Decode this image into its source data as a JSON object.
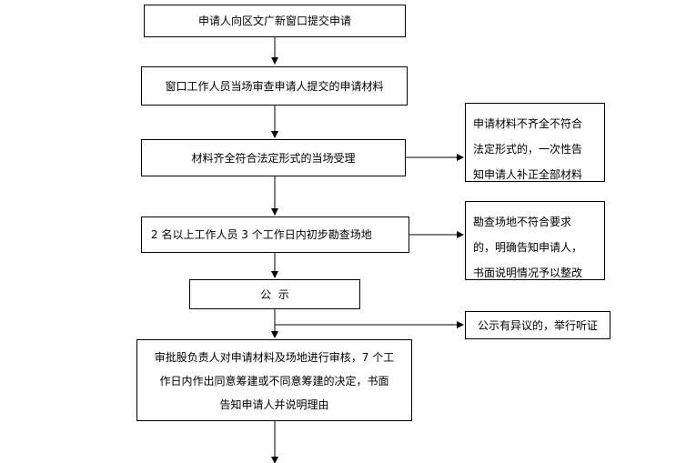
{
  "flowchart": {
    "steps": [
      {
        "text": "申请人向区文广新窗口提交申请"
      },
      {
        "text": "窗口工作人员当场审查申请人提交的申请材料"
      },
      {
        "text": "材料齐全符合法定形式的当场受理"
      },
      {
        "text": "2 名以上工作人员 3 个工作日内初步勘查场地"
      },
      {
        "text": "公  示"
      },
      {
        "lines": [
          "审批股负责人对申请材料及场地进行审核，7 个工",
          "作日内作出同意筹建或不同意筹建的决定，书面",
          "告知申请人并说明理由"
        ]
      }
    ],
    "branches": [
      {
        "lines": [
          "申请材料不齐全不符合",
          "法定形式的，一次性告",
          "知申请人补正全部材料"
        ]
      },
      {
        "lines": [
          "勘查场地不符合要求",
          "的，明确告知申请人，",
          "书面说明情况予以整改"
        ]
      },
      {
        "lines": [
          "公示有异议的，举行听证"
        ]
      }
    ]
  }
}
